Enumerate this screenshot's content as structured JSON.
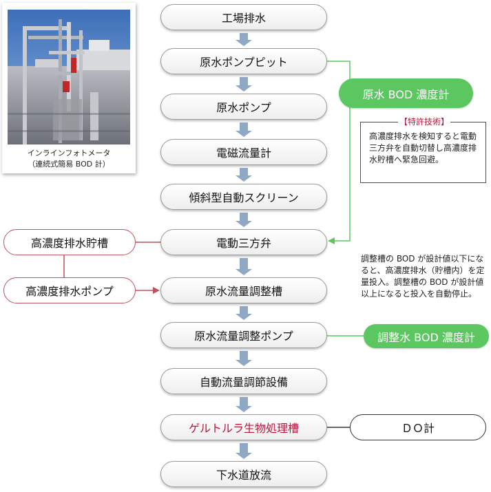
{
  "photo": {
    "caption_line1": "インラインフォトメータ",
    "caption_line2": "（連続式簡易 BOD 計）"
  },
  "flow": {
    "steps": [
      "工場排水",
      "原水ポンプピット",
      "原水ポンプ",
      "電磁流量計",
      "傾斜型自動スクリーン",
      "電動三方弁",
      "原水流量調整槽",
      "原水流量調整ポンプ",
      "自動流量調節設備",
      "ゲルトルラ生物処理槽",
      "下水道放流"
    ]
  },
  "side": {
    "tank": "高濃度排水貯槽",
    "pump": "高濃度排水ポンプ"
  },
  "meters": {
    "raw_bod": "原水 BOD 濃度計",
    "adjusted_bod": "調整水 BOD 濃度計",
    "do": "ＤＯ計"
  },
  "patent": {
    "title": "【特許技術】",
    "body": "高濃度排水を検知すると電動三方弁を自動切替し高濃度排水貯槽へ緊急回避。"
  },
  "note": {
    "text": "調整槽の BOD が設計値以下になると、高濃度排水（貯槽内）を定量投入。調整槽の BOD が設計値以上になると投入を自動停止。"
  },
  "colors": {
    "arrow": "#8fa9c4",
    "green": "#5cc760",
    "red": "#c0143c",
    "side_border": "#c0505a"
  }
}
